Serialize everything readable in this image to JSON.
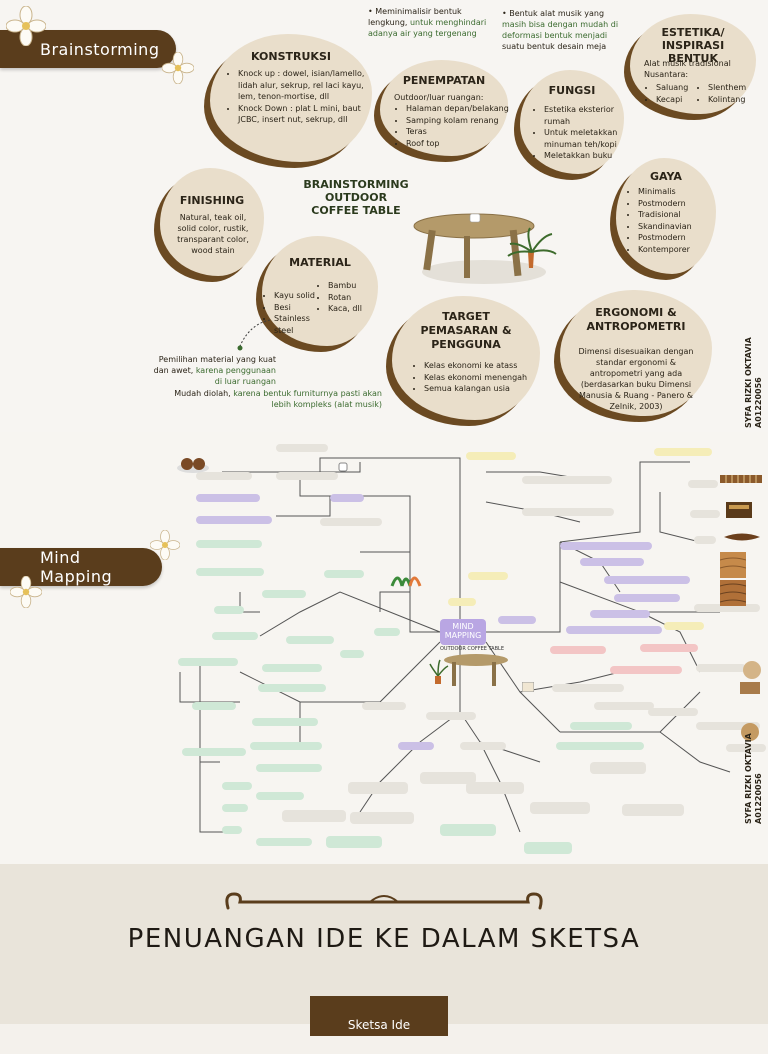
{
  "brainstorming": {
    "tab_label": "Brainstorming",
    "center_title": [
      "BRAINSTORMING",
      "OUTDOOR",
      "COFFEE TABLE"
    ],
    "konstruksi": {
      "title": "KONSTRUKSI",
      "items": [
        "Knock up : dowel, isian/lamello, lidah alur, sekrup, rel laci kayu, lem, tenon-mortise, dll",
        "Knock Down : plat L mini, baut JCBC, insert nut, sekrup, dll"
      ]
    },
    "penempatan": {
      "title": "PENEMPATAN",
      "intro": "Outdoor/luar ruangan:",
      "items": [
        "Halaman depan/belakang",
        "Samping kolam renang",
        "Teras",
        "Roof top"
      ]
    },
    "fungsi": {
      "title": "FUNGSI",
      "items": [
        "Estetika eksterior rumah",
        "Untuk meletakkan minuman teh/kopi",
        "Meletakkan buku"
      ]
    },
    "estetika": {
      "title": "ESTETIKA/ INSPIRASI BENTUK",
      "intro": "Alat musik tradisional Nusantara:",
      "col1": [
        "Saluang",
        "Kecapi"
      ],
      "col2": [
        "Slenthem",
        "Kolintang"
      ]
    },
    "estetika_notes": [
      {
        "lead": "Meminimalisir bentuk lengkung, ",
        "green": "untuk menghindari adanya air yang tergenang"
      },
      {
        "lead": "Bentuk alat musik yang ",
        "green": "masih bisa dengan mudah di deformasi bentuk menjadi",
        "tail": " suatu bentuk desain meja"
      }
    ],
    "finishing": {
      "title": "FINISHING",
      "body": "Natural, teak oil, solid color, rustik, transparant color, wood stain"
    },
    "gaya": {
      "title": "GAYA",
      "items": [
        "Minimalis",
        "Postmodern",
        "Tradisional",
        "Skandinavian",
        "Postmodern",
        "Kontemporer"
      ]
    },
    "material": {
      "title": "MATERIAL",
      "col1": [
        "Kayu solid",
        "Besi",
        "Stainless steel"
      ],
      "col2": [
        "Bambu",
        "Rotan",
        "Kaca, dll"
      ]
    },
    "material_notes": [
      {
        "lead": "Pemilihan material yang kuat dan awet, ",
        "green": "karena penggunaan di luar ruangan"
      },
      {
        "lead": "Mudah diolah, ",
        "green": "karena bentuk furniturnya pasti akan lebih kompleks (alat musik)"
      }
    ],
    "target": {
      "title": "TARGET PEMASARAN & PENGGUNA",
      "items": [
        "Kelas ekonomi ke atass",
        "Kelas ekonomi menengah",
        "Semua kalangan usia"
      ]
    },
    "ergonomi": {
      "title": "ERGONOMI & ANTROPOMETRI",
      "body": "Dimensi disesuaikan dengan standar ergonomi & antropometri yang ada (berdasarkan buku Dimensi Manusia & Ruang - Panero & Zelnik, 2003)"
    },
    "author": [
      "SYFA RIZKI OKTAVIA",
      "A01220056"
    ]
  },
  "mind_mapping": {
    "tab_label": "Mind Mapping",
    "center_label": "MIND MAPPING",
    "center_sub": "OUTDOOR COFFEE TABLE",
    "author": [
      "SYFA RIZKI OKTAVIA",
      "A01220056"
    ]
  },
  "sketch": {
    "title": "PENUANGAN IDE KE DALAM SKETSA",
    "tab_label": "Sketsa Ide"
  },
  "colors": {
    "brown": "#5a3d1c",
    "blob": "#e9decb",
    "accent_green": "#3b6b2f"
  }
}
